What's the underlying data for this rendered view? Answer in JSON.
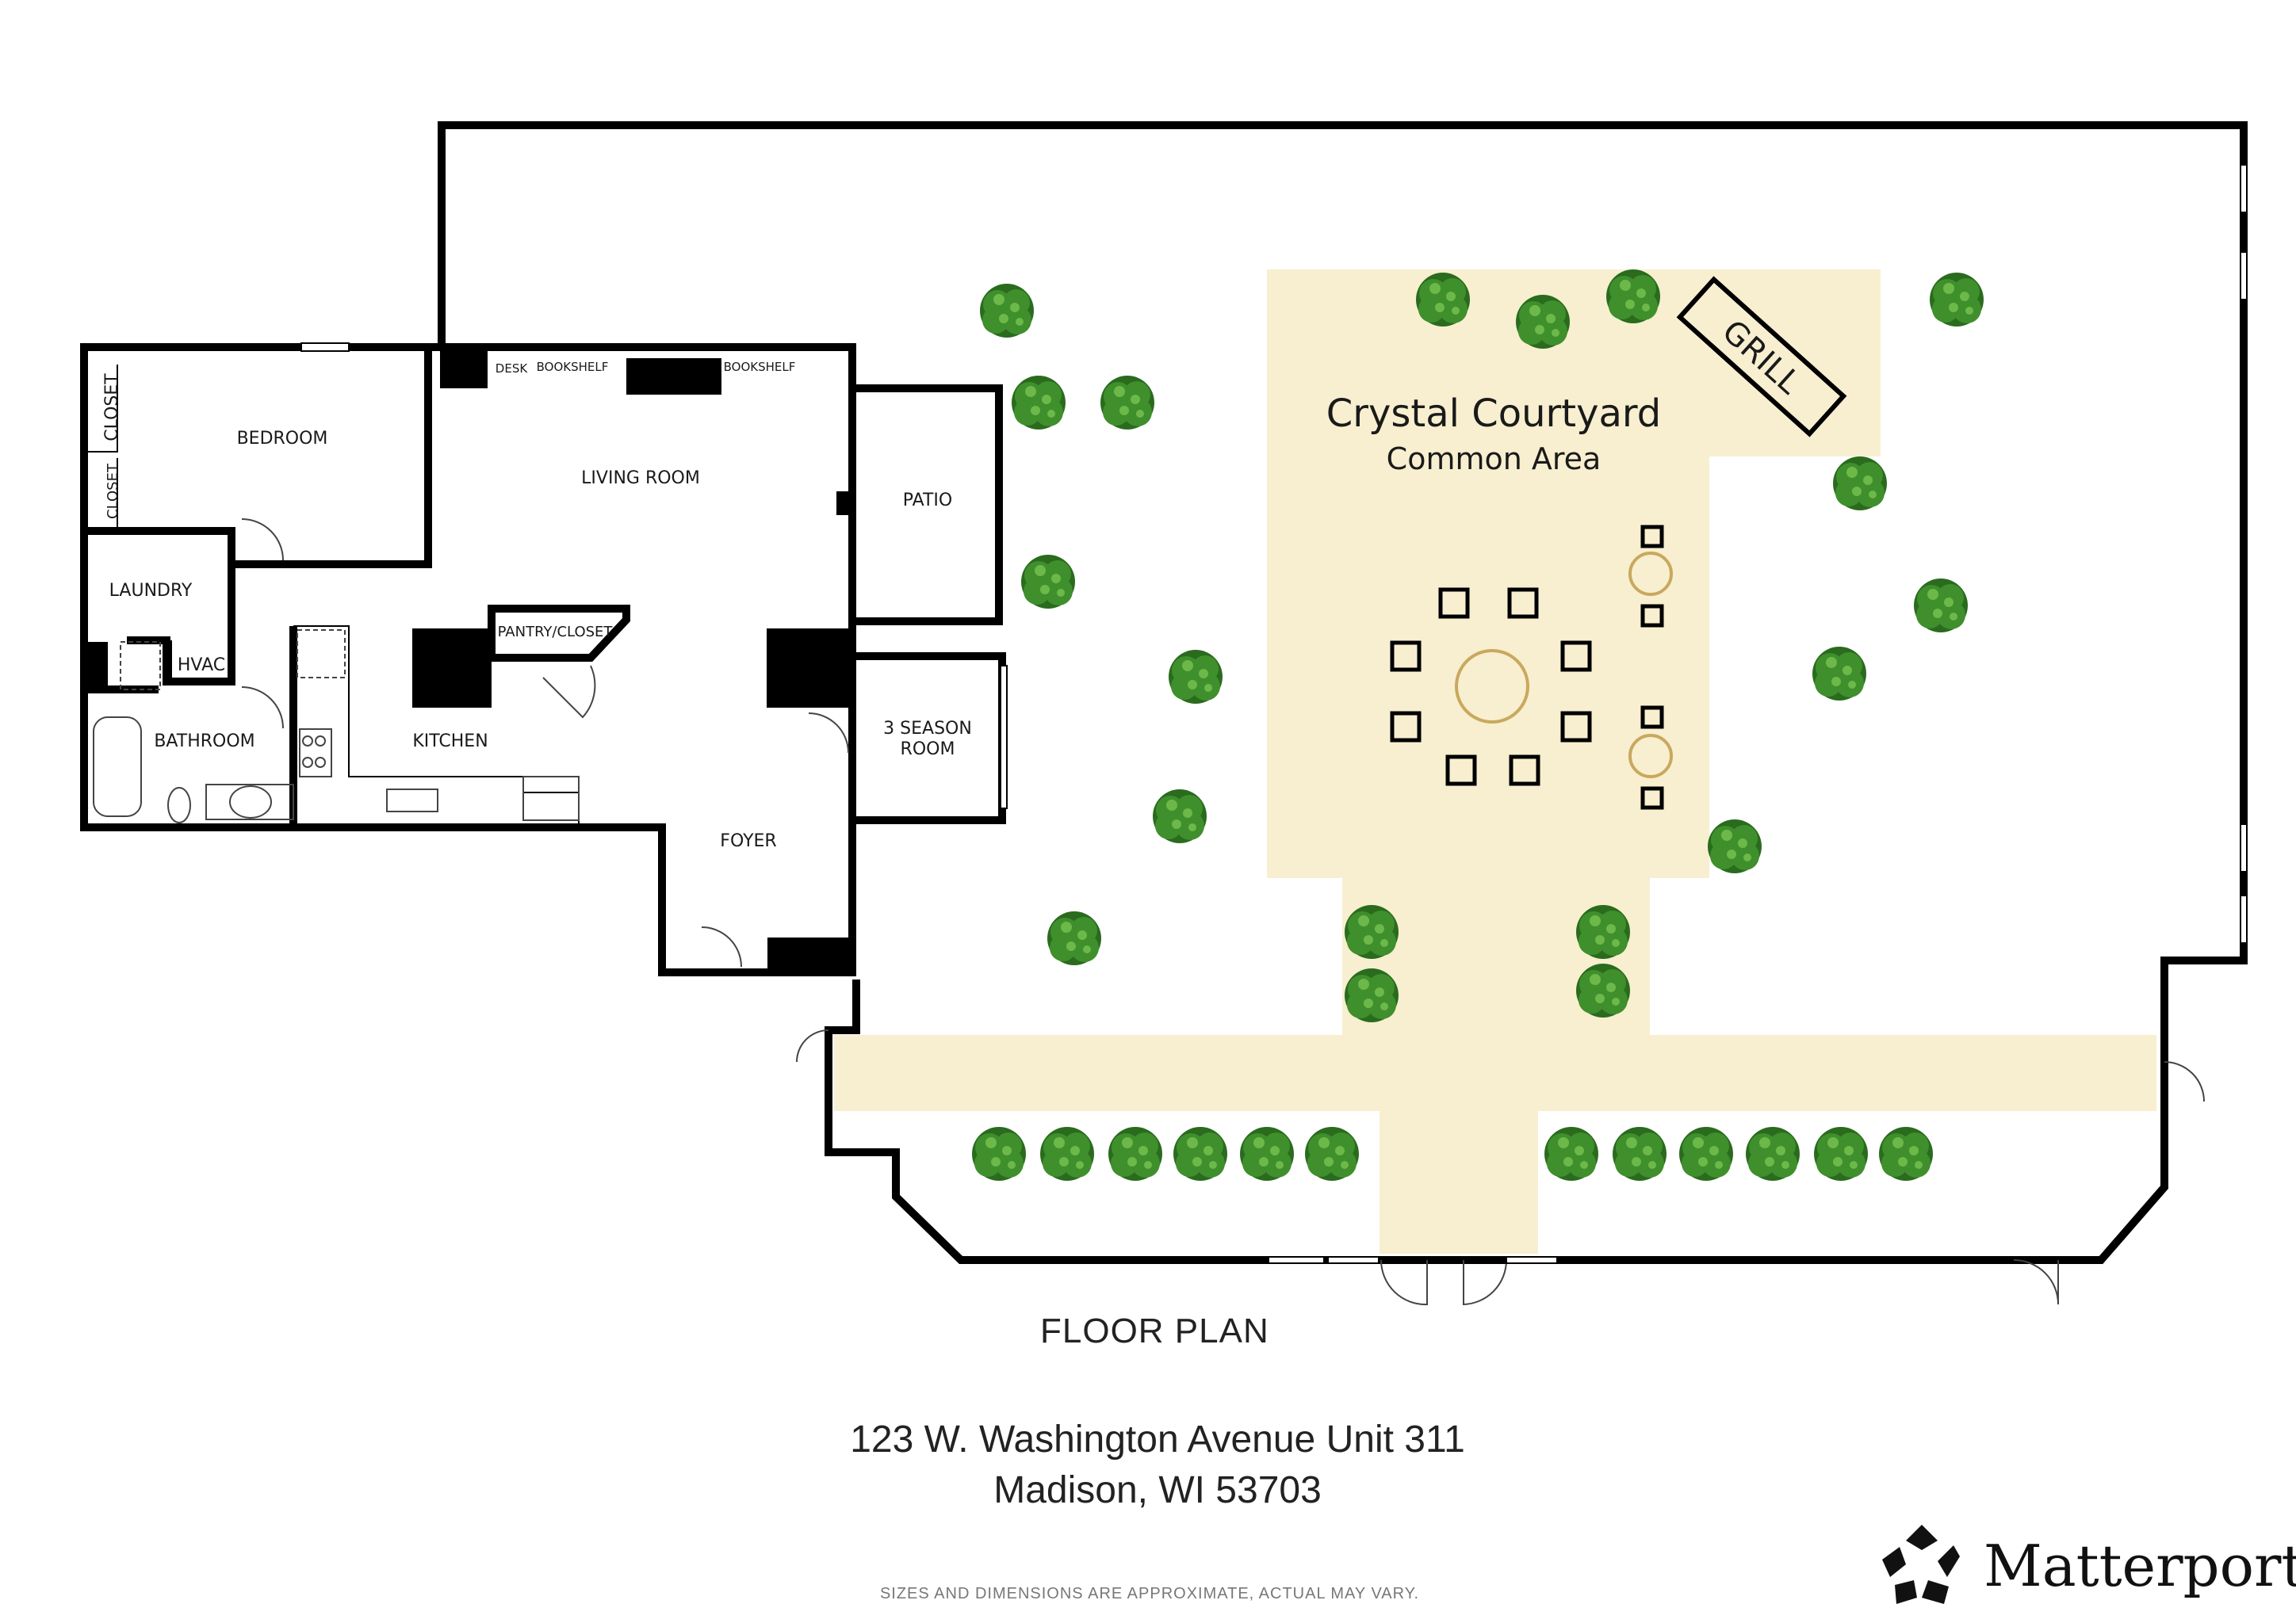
{
  "rooms": {
    "closet_1": "CLOSET",
    "closet_2": "CLOSET",
    "bedroom": "BEDROOM",
    "laundry": "LAUNDRY",
    "hvac": "HVAC",
    "bathroom": "BATHROOM",
    "desk": "DESK",
    "bookshelf_1": "BOOKSHELF",
    "bookshelf_2": "BOOKSHELF",
    "living_room": "LIVING ROOM",
    "pantry_closet": "PANTRY/CLOSET",
    "kitchen": "KITCHEN",
    "patio": "PATIO",
    "three_season_line1": "3 SEASON",
    "three_season_line2": "ROOM",
    "foyer": "FOYER"
  },
  "courtyard": {
    "title": "Crystal Courtyard",
    "subtitle": "Common Area",
    "grill": "GRILL"
  },
  "caption": {
    "title": "FLOOR PLAN",
    "address_line1": "123 W. Washington Avenue Unit 311",
    "address_line2": "Madison, WI 53703",
    "disclaimer": "SIZES AND DIMENSIONS ARE APPROXIMATE, ACTUAL MAY VARY."
  },
  "brand": {
    "name": "Matterport",
    "registered": "®",
    "logo_icon": "matterport-logo-icon"
  },
  "colors": {
    "courtyard_fill": "#f7efcf",
    "tree_green": "#3f8f2c",
    "ring_gold": "#c9a85e",
    "wall": "#000000"
  }
}
